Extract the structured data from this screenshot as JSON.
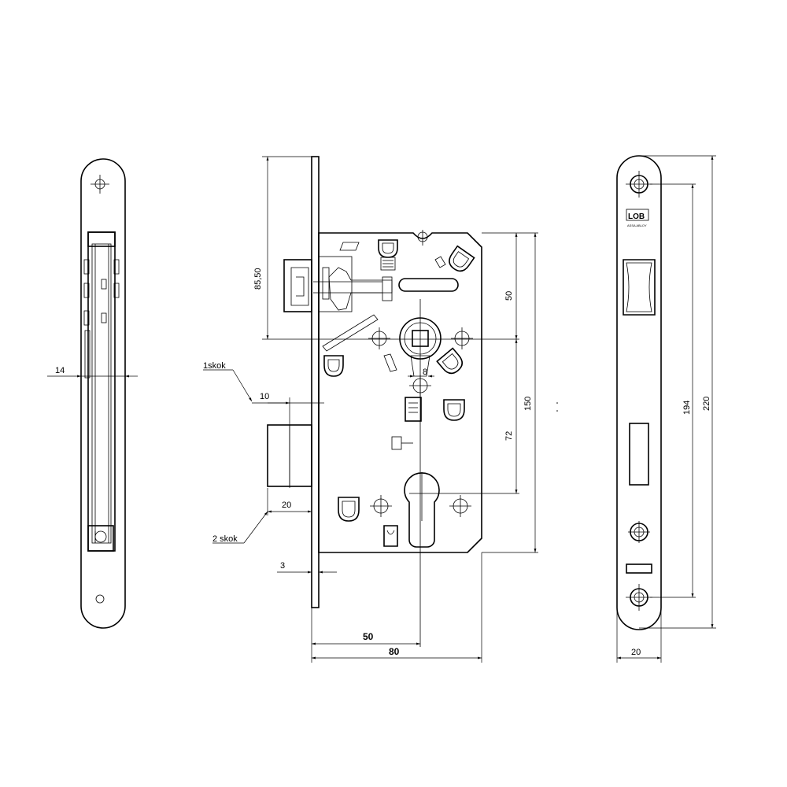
{
  "drawing": {
    "dimensions": {
      "side_width": "14",
      "backset_offset": "85,50",
      "vertical_50": "50",
      "vertical_150": "150",
      "vertical_72": "72",
      "small_8": "8",
      "latch_throw": "10",
      "bolt_throw": "20",
      "faceplate_thickness": "3",
      "backset": "50",
      "case_width": "80",
      "faceplate_height": "220",
      "fixing_centers": "194",
      "faceplate_width": "20"
    },
    "labels": {
      "step_1": "1skok",
      "step_2": "2 skok"
    },
    "logo": {
      "brand": "LOB",
      "sub": "ASSA ABLOY"
    }
  }
}
